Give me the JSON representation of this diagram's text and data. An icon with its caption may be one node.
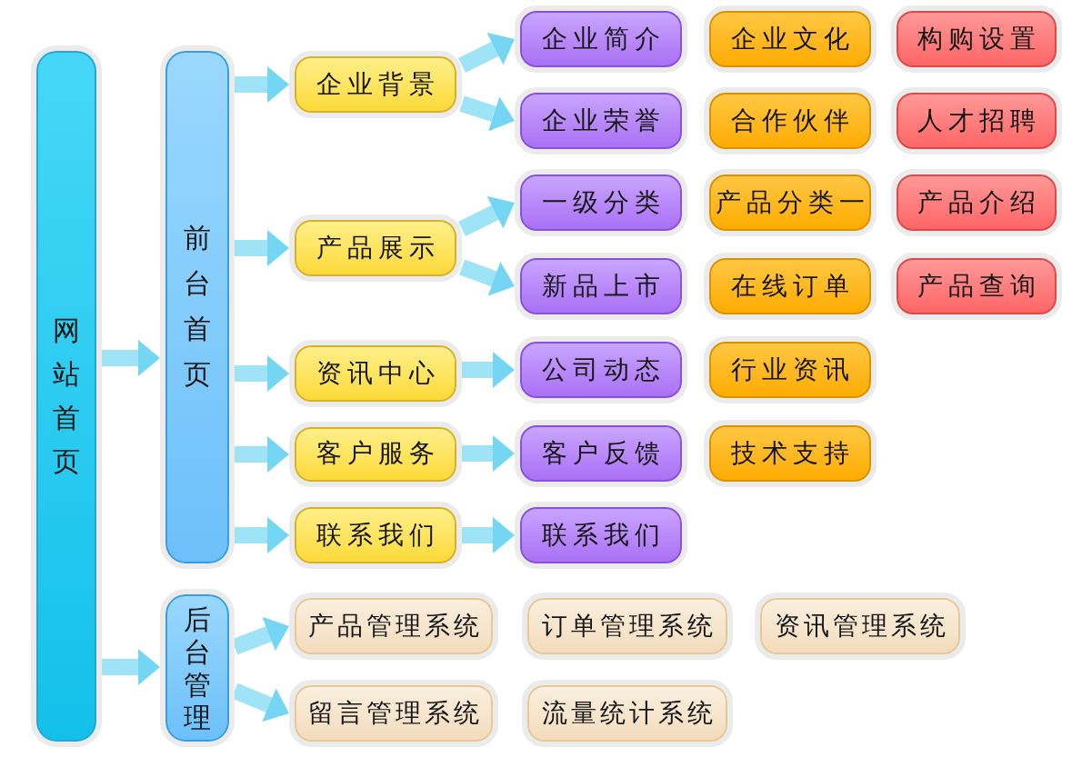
{
  "diagram": {
    "nodes": [
      {
        "text": [
          "网站首页"
        ]
      },
      {
        "text": [
          "前台首页"
        ]
      },
      {
        "text": [
          "后台管理"
        ]
      },
      {
        "text": [
          "企业背景"
        ]
      },
      {
        "text": [
          "产品展示"
        ]
      },
      {
        "text": [
          "资讯中心"
        ]
      },
      {
        "text": [
          "客户服务"
        ]
      },
      {
        "text": [
          "联系我们"
        ]
      },
      {
        "text": [
          "企业简介"
        ]
      },
      {
        "text": [
          "企业文化"
        ]
      },
      {
        "text": [
          "构购设置"
        ]
      },
      {
        "text": [
          "企业荣誉"
        ]
      },
      {
        "text": [
          "合作伙伴"
        ]
      },
      {
        "text": [
          "人才招聘"
        ]
      },
      {
        "text": [
          "一级分类"
        ]
      },
      {
        "text": [
          "产品分类一"
        ]
      },
      {
        "text": [
          "产品介绍"
        ]
      },
      {
        "text": [
          "新品上市"
        ]
      },
      {
        "text": [
          "在线订单"
        ]
      },
      {
        "text": [
          "产品查询"
        ]
      },
      {
        "text": [
          "公司动态"
        ]
      },
      {
        "text": [
          "行业资讯"
        ]
      },
      {
        "text": [
          "客户反馈"
        ]
      },
      {
        "text": [
          "技术支持"
        ]
      },
      {
        "text": [
          "联系我们"
        ]
      },
      {
        "text": [
          "产品管理系统"
        ]
      },
      {
        "text": [
          "订单管理系统"
        ]
      },
      {
        "text": [
          "资讯管理系统"
        ]
      },
      {
        "text": [
          "留言管理系统"
        ]
      },
      {
        "text": [
          "流量统计系统"
        ]
      }
    ],
    "edges": [
      {
        "from": 0,
        "to": 1,
        "arrow": "to"
      },
      {
        "from": 0,
        "to": 2,
        "arrow": "to"
      },
      {
        "from": 1,
        "to": 3,
        "arrow": "to"
      },
      {
        "from": 1,
        "to": 4,
        "arrow": "to"
      },
      {
        "from": 1,
        "to": 5,
        "arrow": "to"
      },
      {
        "from": 1,
        "to": 6,
        "arrow": "to"
      },
      {
        "from": 1,
        "to": 7,
        "arrow": "to"
      },
      {
        "from": 3,
        "to": 8,
        "arrow": "to"
      },
      {
        "from": 3,
        "to": 11,
        "arrow": "to"
      },
      {
        "from": 4,
        "to": 14,
        "arrow": "to"
      },
      {
        "from": 4,
        "to": 17,
        "arrow": "to"
      },
      {
        "from": 5,
        "to": 20,
        "arrow": "to"
      },
      {
        "from": 6,
        "to": 22,
        "arrow": "to"
      },
      {
        "from": 7,
        "to": 24,
        "arrow": "to"
      },
      {
        "from": 2,
        "to": 25,
        "arrow": "to"
      },
      {
        "from": 2,
        "to": 28,
        "arrow": "to"
      }
    ]
  }
}
